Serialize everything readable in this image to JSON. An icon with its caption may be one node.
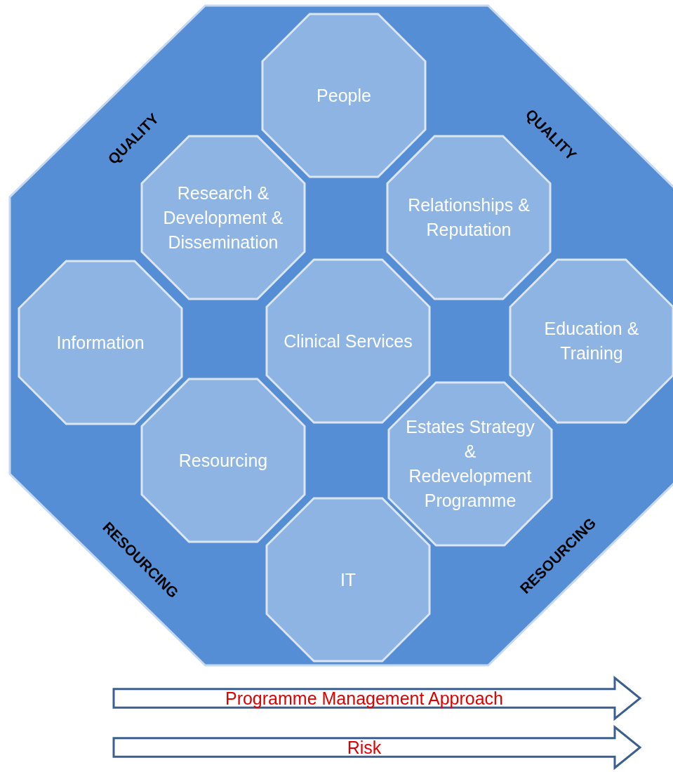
{
  "diagram": {
    "nodes": [
      {
        "text": [],
        "shape": "octagon"
      },
      {
        "text": [
          "People"
        ],
        "in": 0
      },
      {
        "text": [
          "Research & Development & Dissemination"
        ],
        "in": 0
      },
      {
        "text": [
          "Relationships & Reputation"
        ],
        "in": 0
      },
      {
        "text": [
          "Information"
        ],
        "in": 0
      },
      {
        "text": [
          "Clinical Services"
        ],
        "in": 0
      },
      {
        "text": [
          "Education & Training"
        ],
        "in": 0
      },
      {
        "text": [
          "Resourcing"
        ],
        "in": 0
      },
      {
        "text": [
          "Estates Strategy & Redevelopment Programme"
        ],
        "in": 0
      },
      {
        "text": [
          "IT"
        ],
        "in": 0
      },
      {
        "text": [
          "Programme Management Approach"
        ]
      },
      {
        "text": [
          "Risk"
        ]
      }
    ],
    "edges": [],
    "labels": [
      "QUALITY",
      "QUALITY",
      "RESOURCING",
      "RESOURCING"
    ]
  }
}
